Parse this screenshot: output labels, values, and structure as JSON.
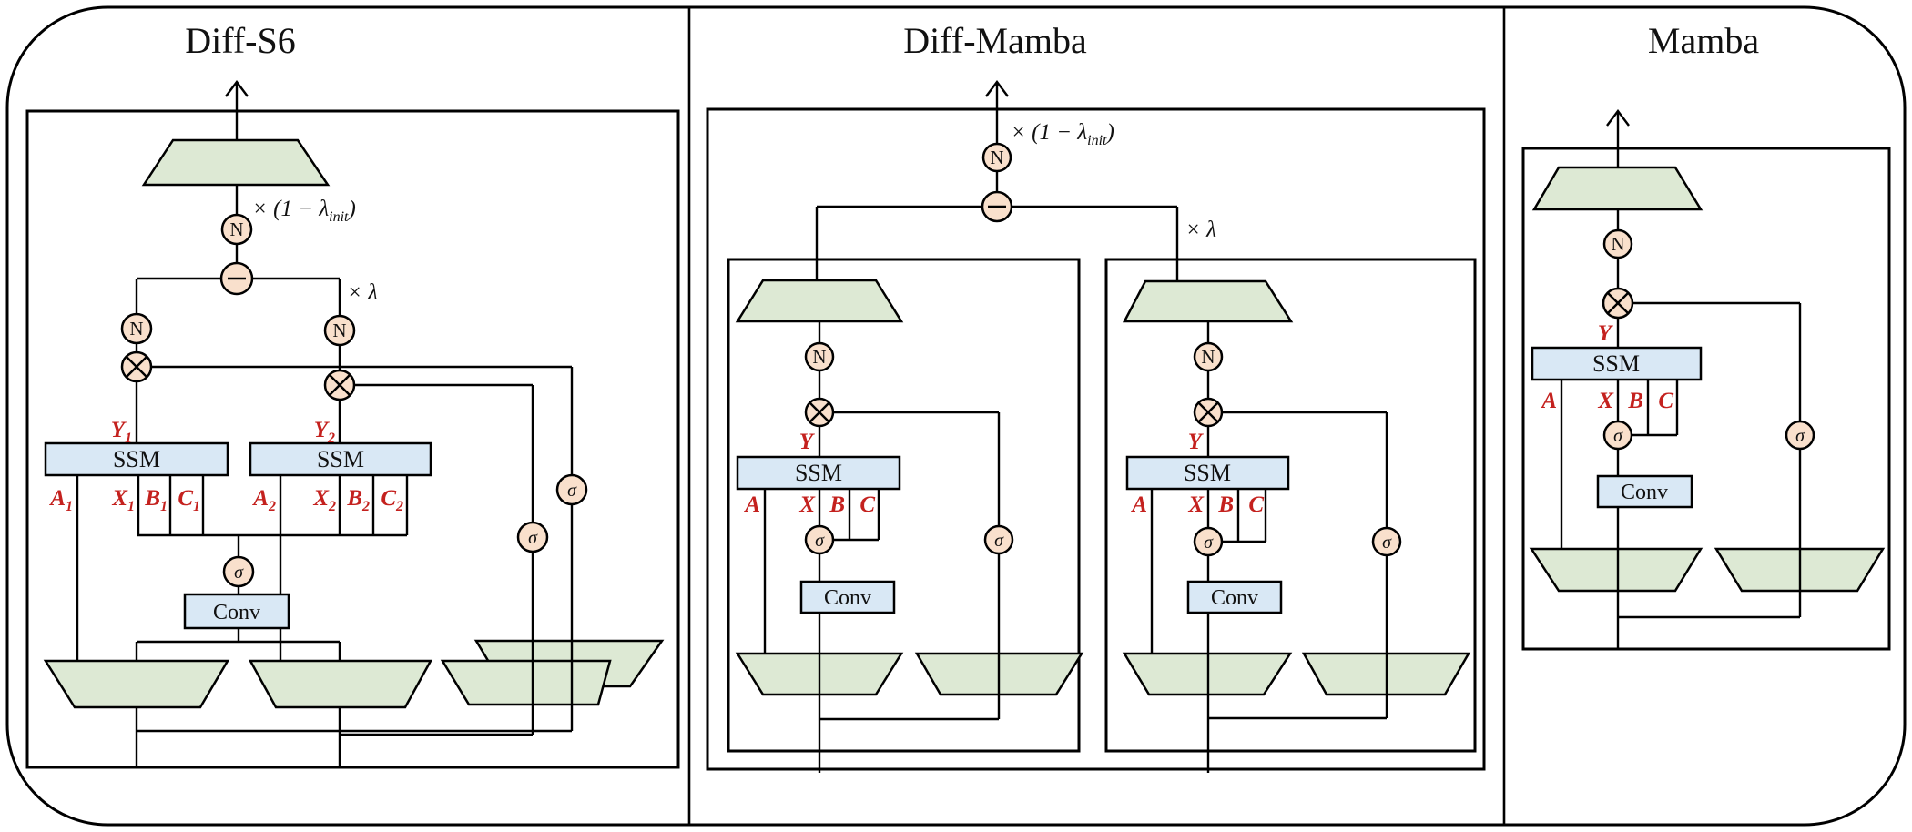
{
  "panels": {
    "p1": {
      "title": "Diff-S6"
    },
    "p2": {
      "title": "Diff-Mamba"
    },
    "p3": {
      "title": "Mamba"
    }
  },
  "glyphs": {
    "norm": "N",
    "sigma": "σ",
    "ssm": "SSM",
    "conv": "Conv"
  },
  "math": {
    "scale_init_main": "× (1 − λ",
    "scale_init_sub": "init",
    "scale_init_close": ")",
    "scale_lambda": "× λ"
  },
  "vars": {
    "Y": "Y",
    "A": "A",
    "X": "X",
    "B": "B",
    "C": "C",
    "s1": "1",
    "s2": "2"
  },
  "colors": {
    "projection_green": "#dde9d4",
    "block_blue": "#d9e8f5",
    "operator_peach": "#f9e0cc",
    "variable_red": "#c4211e",
    "line_black": "#000000"
  }
}
